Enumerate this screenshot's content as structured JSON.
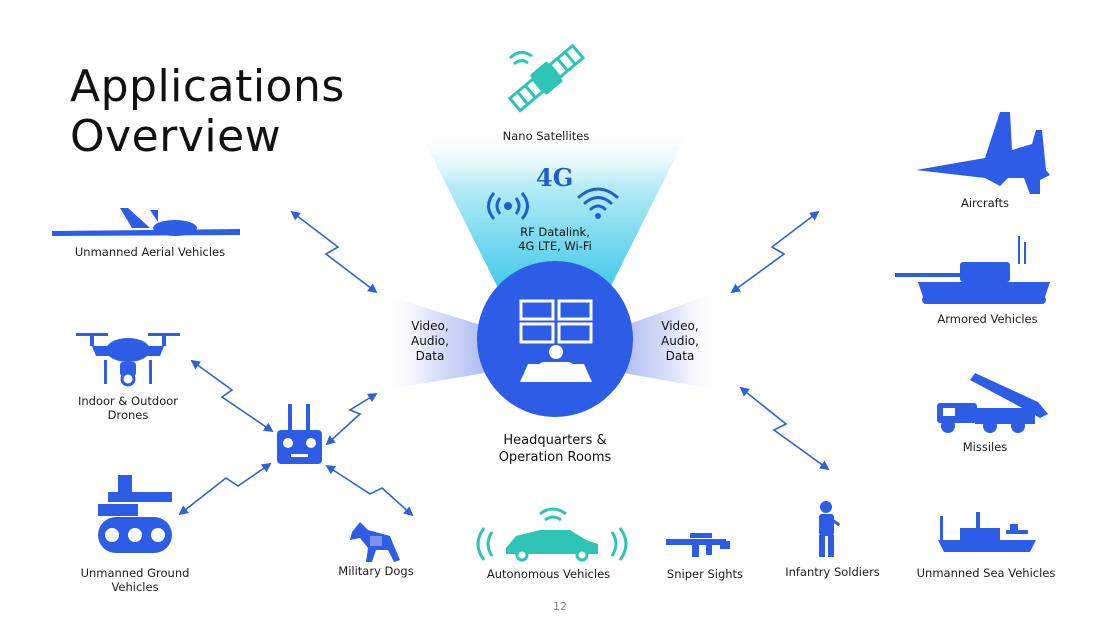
{
  "title_line1": "Applications",
  "title_line2": "Overview",
  "center": {
    "label_line1": "Headquarters &",
    "label_line2": "Operation Rooms",
    "left_beam": [
      "Video,",
      "Audio,",
      "Data"
    ],
    "right_beam": [
      "Video,",
      "Audio,",
      "Data"
    ]
  },
  "top": {
    "satellite_label": "Nano Satellites",
    "network_badge": "4G",
    "datalink_line1": "RF Datalink,",
    "datalink_line2": "4G LTE, Wi-Fi"
  },
  "nodes": {
    "uav": "Unmanned Aerial Vehicles",
    "drones_line1": "Indoor & Outdoor",
    "drones_line2": "Drones",
    "ugv_line1": "Unmanned Ground",
    "ugv_line2": "Vehicles",
    "dogs": "Military Dogs",
    "autonomous": "Autonomous Vehicles",
    "sniper": "Sniper Sights",
    "infantry": "Infantry Soldiers",
    "sea": "Unmanned Sea Vehicles",
    "aircraft": "Aircrafts",
    "armored": "Armored Vehicles",
    "missiles": "Missiles"
  },
  "page_number": "12",
  "colors": {
    "primary_blue": "#2d5ce6",
    "teal": "#2ec4b6",
    "beam_light": "#dfe4fb",
    "beam_cyan": "#3ec8e8",
    "link_blue": "#2f62d8"
  }
}
